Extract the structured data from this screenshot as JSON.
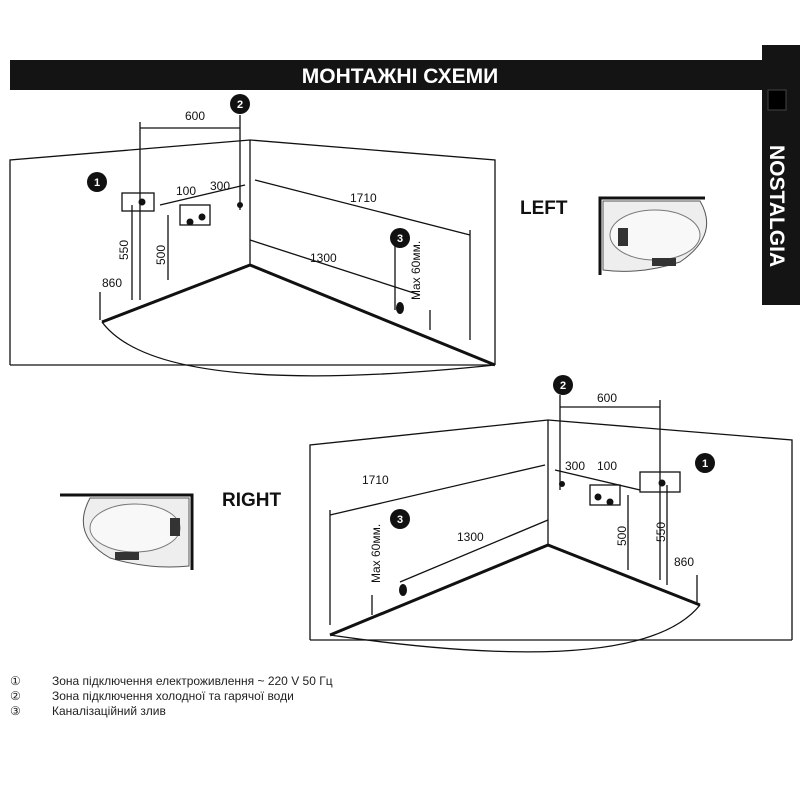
{
  "header": {
    "title": "МОНТАЖНІ СХЕМИ",
    "brand": "NOSTALGIA"
  },
  "left_diagram": {
    "label": "LEFT",
    "dims": {
      "d600": "600",
      "d100": "100",
      "d300": "300",
      "d1710": "1710",
      "d550": "550",
      "d500": "500",
      "d860": "860",
      "d1300": "1300",
      "max": "Max 60мм."
    },
    "markers": [
      "1",
      "2",
      "3"
    ]
  },
  "right_diagram": {
    "label": "RIGHT",
    "dims": {
      "d600": "600",
      "d100": "100",
      "d300": "300",
      "d1710": "1710",
      "d550": "550",
      "d500": "500",
      "d860": "860",
      "d1300": "1300",
      "max": "Max 60мм."
    },
    "markers": [
      "1",
      "2",
      "3"
    ]
  },
  "legend": [
    {
      "mark": "①",
      "text": "Зона підключення електроживлення  ~ 220 V 50 Гц"
    },
    {
      "mark": "②",
      "text": "Зона підключення холодної та гарячої води"
    },
    {
      "mark": "③",
      "text": "Каналізаційний злив"
    }
  ]
}
